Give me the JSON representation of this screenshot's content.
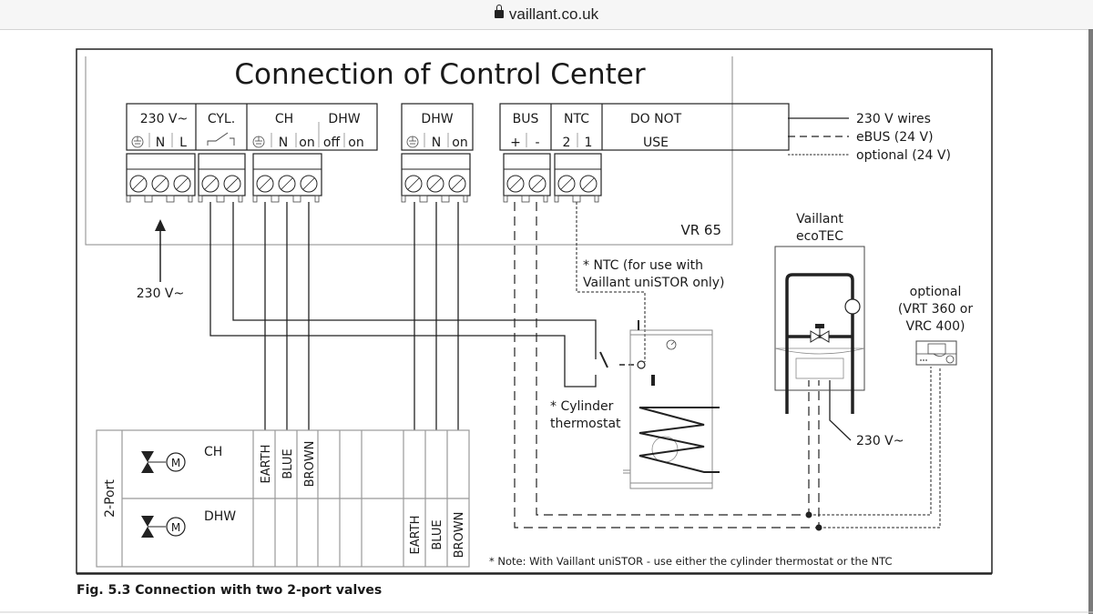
{
  "browser": {
    "url": "vaillant.co.uk",
    "lock_icon": "lock-icon"
  },
  "diagram": {
    "title": "Connection of Control Center",
    "unit_label": "VR 65",
    "terminal_blocks": [
      {
        "id": "power",
        "header": "230 V~",
        "pins": [
          "earth",
          "N",
          "L"
        ]
      },
      {
        "id": "cyl",
        "header": "CYL.",
        "pins": [
          "switch-symbol"
        ]
      },
      {
        "id": "ch",
        "header": "CH",
        "header2": "DHW",
        "pins": [
          "earth",
          "N",
          "on",
          "off",
          "on"
        ]
      },
      {
        "id": "dhw",
        "header": "DHW",
        "pins": [
          "earth",
          "N",
          "on"
        ]
      },
      {
        "id": "bus",
        "header": "BUS",
        "pins": [
          "+",
          "-"
        ]
      },
      {
        "id": "ntc",
        "header": "NTC",
        "pins": [
          "2",
          "1"
        ]
      },
      {
        "id": "donotuse",
        "header": "DO NOT",
        "header2": "USE"
      }
    ],
    "labels": {
      "power_in": "230 V~",
      "ntc_note_1": "* NTC (for use with",
      "ntc_note_2": "Vaillant uniSTOR only)",
      "cyl_stat_1": "* Cylinder",
      "cyl_stat_2": "thermostat",
      "boiler_1": "Vaillant",
      "boiler_2": "ecoTEC",
      "boiler_power": "230 V~",
      "optional_1": "optional",
      "optional_2": "(VRT 360 or",
      "optional_3": "VRC 400)",
      "note": "* Note: With Vaillant uniSTOR - use either the cylinder thermostat or the NTC"
    },
    "legend": [
      {
        "style": "solid",
        "label": "230 V wires"
      },
      {
        "style": "dashed",
        "label": "eBUS (24 V)"
      },
      {
        "style": "dotted",
        "label": "optional (24 V)"
      }
    ],
    "valve_table": {
      "group_label": "2-Port",
      "rows": [
        {
          "name": "CH",
          "wires": [
            "EARTH",
            "BLUE",
            "BROWN"
          ]
        },
        {
          "name": "DHW",
          "wires": [
            "EARTH",
            "BLUE",
            "BROWN"
          ]
        }
      ],
      "motor_symbol": "M"
    },
    "caption": "Fig. 5.3 Connection with two 2-port valves"
  }
}
